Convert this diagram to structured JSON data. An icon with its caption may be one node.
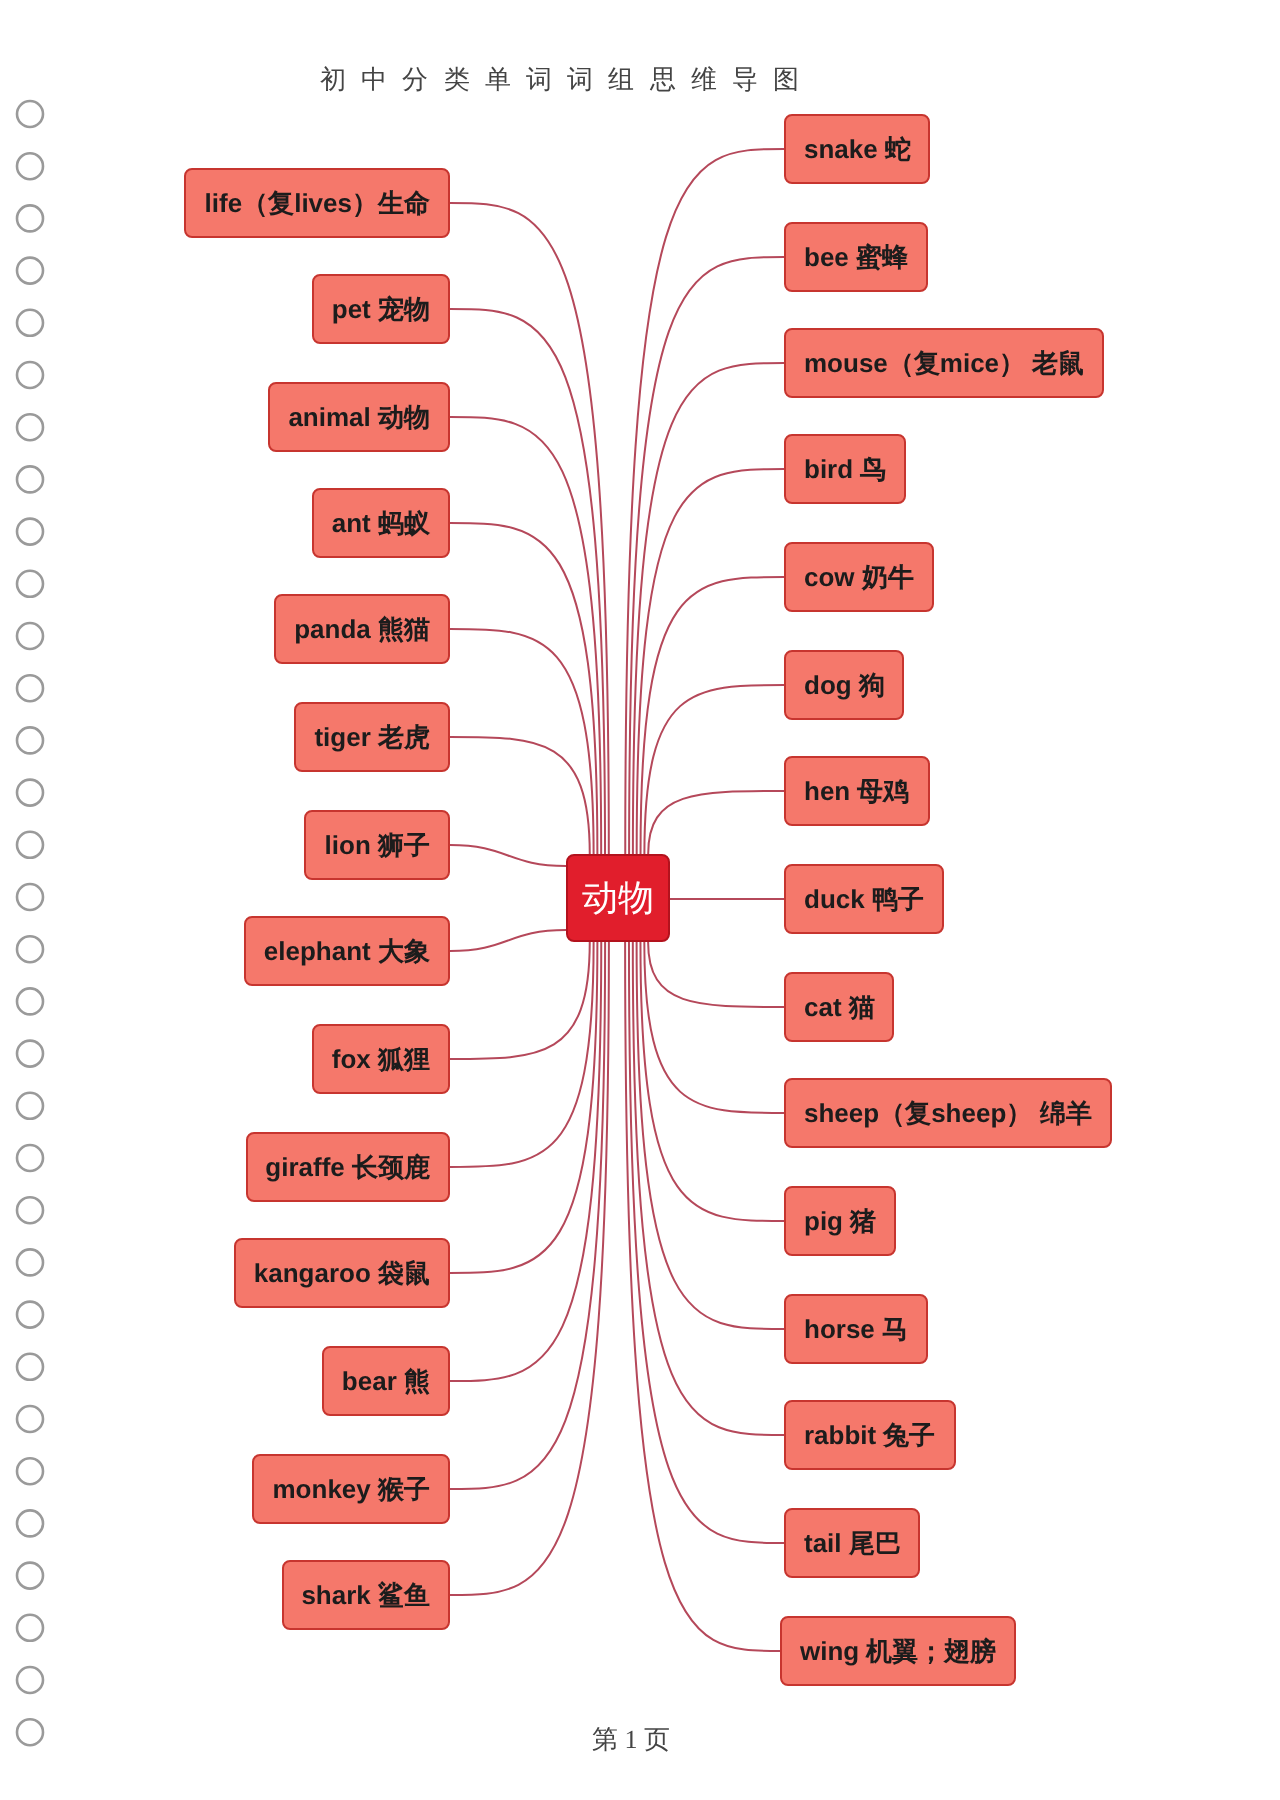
{
  "diagram": {
    "title": "初中分类单词词组思维导图",
    "nodes": [
      {
        "text": [
          "动物"
        ]
      },
      {
        "text": [
          "life（复lives）生命"
        ]
      },
      {
        "text": [
          "pet 宠物"
        ]
      },
      {
        "text": [
          "animal 动物"
        ]
      },
      {
        "text": [
          "ant 蚂蚁"
        ]
      },
      {
        "text": [
          "panda 熊猫"
        ]
      },
      {
        "text": [
          "tiger 老虎"
        ]
      },
      {
        "text": [
          "lion 狮子"
        ]
      },
      {
        "text": [
          "elephant 大象"
        ]
      },
      {
        "text": [
          "fox 狐狸"
        ]
      },
      {
        "text": [
          "giraffe 长颈鹿"
        ]
      },
      {
        "text": [
          "kangaroo 袋鼠"
        ]
      },
      {
        "text": [
          "bear 熊"
        ]
      },
      {
        "text": [
          "monkey 猴子"
        ]
      },
      {
        "text": [
          "shark 鲨鱼"
        ]
      },
      {
        "text": [
          "snake 蛇"
        ]
      },
      {
        "text": [
          "bee 蜜蜂"
        ]
      },
      {
        "text": [
          "mouse（复mice） 老鼠"
        ]
      },
      {
        "text": [
          "bird 鸟"
        ]
      },
      {
        "text": [
          "cow 奶牛"
        ]
      },
      {
        "text": [
          "dog 狗"
        ]
      },
      {
        "text": [
          "hen 母鸡"
        ]
      },
      {
        "text": [
          "duck 鸭子"
        ]
      },
      {
        "text": [
          "cat 猫"
        ]
      },
      {
        "text": [
          "sheep（复sheep） 绵羊"
        ]
      },
      {
        "text": [
          "pig 猪"
        ]
      },
      {
        "text": [
          "horse 马"
        ]
      },
      {
        "text": [
          "rabbit 兔子"
        ]
      },
      {
        "text": [
          "tail 尾巴"
        ]
      },
      {
        "text": [
          "wing 机翼；翅膀"
        ]
      }
    ],
    "edges": [
      {
        "from": 0,
        "to": 1,
        "arrow": "none"
      },
      {
        "from": 0,
        "to": 2,
        "arrow": "none"
      },
      {
        "from": 0,
        "to": 3,
        "arrow": "none"
      },
      {
        "from": 0,
        "to": 4,
        "arrow": "none"
      },
      {
        "from": 0,
        "to": 5,
        "arrow": "none"
      },
      {
        "from": 0,
        "to": 6,
        "arrow": "none"
      },
      {
        "from": 0,
        "to": 7,
        "arrow": "none"
      },
      {
        "from": 0,
        "to": 8,
        "arrow": "none"
      },
      {
        "from": 0,
        "to": 9,
        "arrow": "none"
      },
      {
        "from": 0,
        "to": 10,
        "arrow": "none"
      },
      {
        "from": 0,
        "to": 11,
        "arrow": "none"
      },
      {
        "from": 0,
        "to": 12,
        "arrow": "none"
      },
      {
        "from": 0,
        "to": 13,
        "arrow": "none"
      },
      {
        "from": 0,
        "to": 14,
        "arrow": "none"
      },
      {
        "from": 0,
        "to": 15,
        "arrow": "none"
      },
      {
        "from": 0,
        "to": 16,
        "arrow": "none"
      },
      {
        "from": 0,
        "to": 17,
        "arrow": "none"
      },
      {
        "from": 0,
        "to": 18,
        "arrow": "none"
      },
      {
        "from": 0,
        "to": 19,
        "arrow": "none"
      },
      {
        "from": 0,
        "to": 20,
        "arrow": "none"
      },
      {
        "from": 0,
        "to": 21,
        "arrow": "none"
      },
      {
        "from": 0,
        "to": 22,
        "arrow": "none"
      },
      {
        "from": 0,
        "to": 23,
        "arrow": "none"
      },
      {
        "from": 0,
        "to": 24,
        "arrow": "none"
      },
      {
        "from": 0,
        "to": 25,
        "arrow": "none"
      },
      {
        "from": 0,
        "to": 26,
        "arrow": "none"
      },
      {
        "from": 0,
        "to": 27,
        "arrow": "none"
      },
      {
        "from": 0,
        "to": 28,
        "arrow": "none"
      },
      {
        "from": 0,
        "to": 29,
        "arrow": "none"
      }
    ],
    "labels": [
      "第 1 页"
    ]
  }
}
